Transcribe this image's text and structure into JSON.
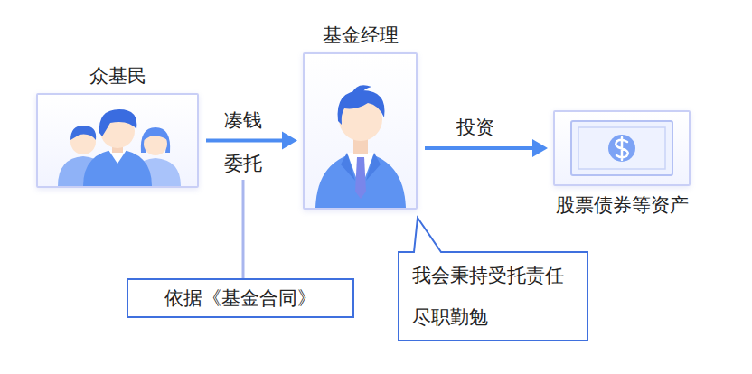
{
  "diagram": {
    "nodes": [
      {
        "text": [
          "众基民"
        ]
      },
      {
        "text": [
          "基金经理"
        ]
      },
      {
        "text": [
          "股票债券等资产"
        ]
      },
      {
        "text": [
          "依据《基金合同》"
        ]
      },
      {
        "text": [
          "我会秉持受托责任 尽职勤勉"
        ]
      }
    ],
    "edges": [
      {
        "from": 0,
        "to": 1,
        "arrow": "to",
        "label": "凑钱"
      },
      {
        "from": 1,
        "to": 2,
        "arrow": "to",
        "label": "投资"
      }
    ],
    "labels": [
      "委托"
    ]
  }
}
